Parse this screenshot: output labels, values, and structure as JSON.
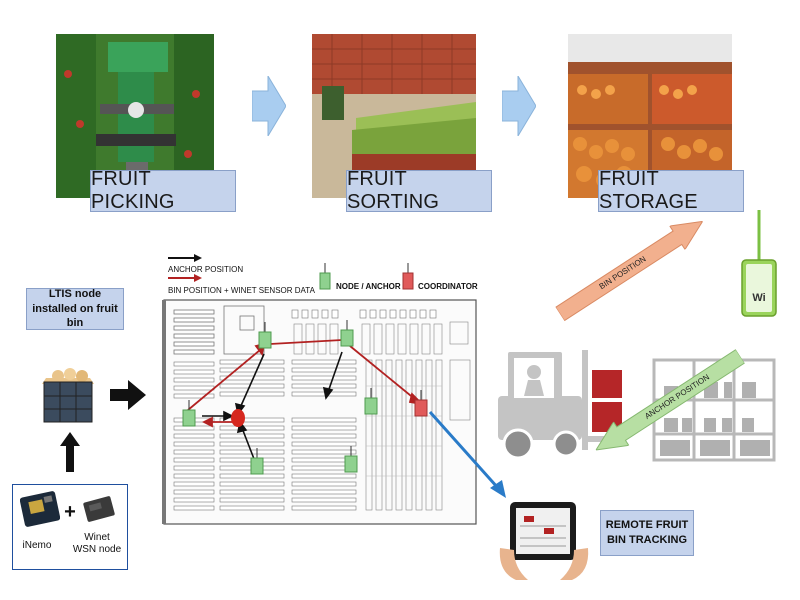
{
  "stages": [
    {
      "label": "FRUIT PICKING"
    },
    {
      "label": "FRUIT SORTING"
    },
    {
      "label": "FRUIT STORAGE"
    }
  ],
  "legend": {
    "anchor_position": "ANCHOR POSITION",
    "bin_position": "BIN POSITION + WINET SENSOR DATA",
    "node_anchor": "NODE / ANCHOR",
    "coordinator": "COORDINATOR"
  },
  "ltis_box": "LTIS node installed on fruit bin",
  "devices": {
    "inemo": "iNemo",
    "plus": "+",
    "winet": "Winet WSN node"
  },
  "remote_box": "REMOTE FRUIT BIN TRACKING",
  "arrows": {
    "bin_position": "BIN POSITION",
    "anchor_position": "ANCHOR POSITION"
  },
  "wi_label": "Wi",
  "colors": {
    "label_bg": "#c5d3ec",
    "anchor_arrow": "#111111",
    "bin_arrow": "#b22222",
    "remote_arrow": "#2a7bc8",
    "node_green": "#8fd18f",
    "coordinator_red": "#e05a5a",
    "flow_arrow_blue": "#a9cdf0"
  }
}
